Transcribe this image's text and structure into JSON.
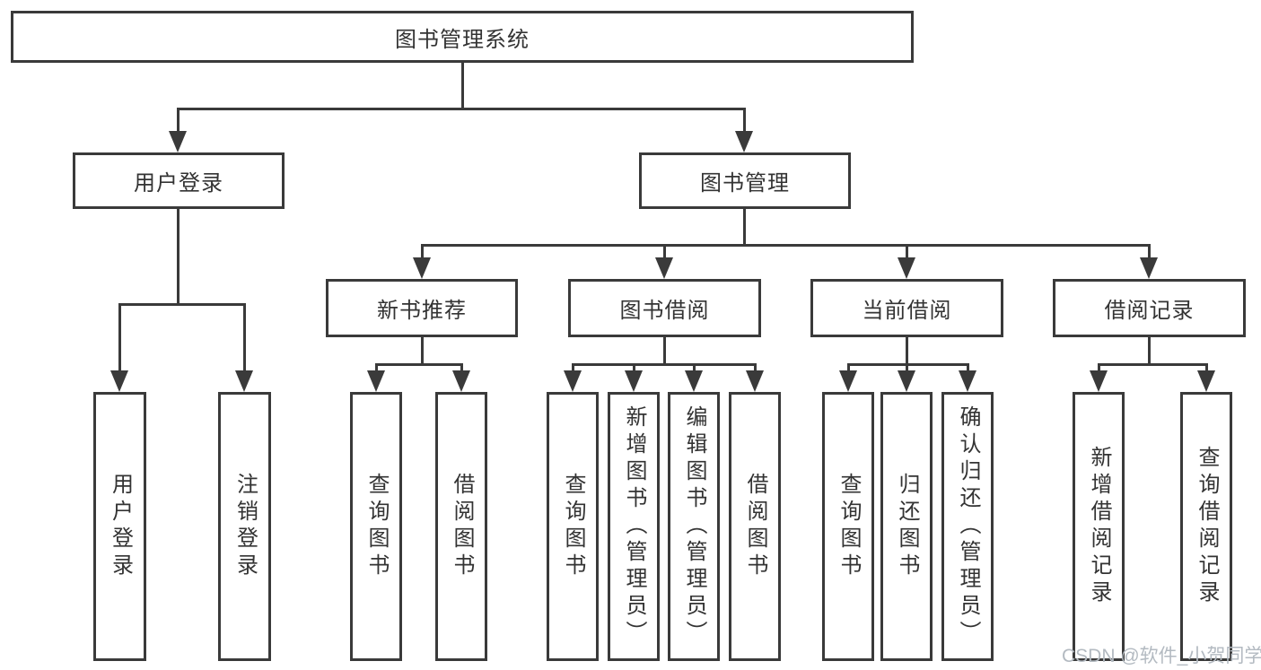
{
  "diagram": {
    "type": "tree-diagram",
    "watermark": "CSDN @软件_小贺同学",
    "colors": {
      "line": "#3a3a3a",
      "text": "#333333",
      "background": "#ffffff",
      "watermark": "#b3bac1"
    },
    "tree": {
      "root": {
        "label": "图书管理系统",
        "children": [
          {
            "label": "用户登录",
            "children": [
              {
                "label": "用户登录"
              },
              {
                "label": "注销登录"
              }
            ]
          },
          {
            "label": "图书管理",
            "children": [
              {
                "label": "新书推荐",
                "children": [
                  {
                    "label": "查询图书"
                  },
                  {
                    "label": "借阅图书"
                  }
                ]
              },
              {
                "label": "图书借阅",
                "children": [
                  {
                    "label": "查询图书"
                  },
                  {
                    "label": "新增图书（管理员）"
                  },
                  {
                    "label": "编辑图书（管理员）"
                  },
                  {
                    "label": "借阅图书"
                  }
                ]
              },
              {
                "label": "当前借阅",
                "children": [
                  {
                    "label": "查询图书"
                  },
                  {
                    "label": "归还图书"
                  },
                  {
                    "label": "确认归还（管理员）"
                  }
                ]
              },
              {
                "label": "借阅记录",
                "children": [
                  {
                    "label": "新增借阅记录"
                  },
                  {
                    "label": "查询借阅记录"
                  }
                ]
              }
            ]
          }
        ]
      }
    }
  }
}
